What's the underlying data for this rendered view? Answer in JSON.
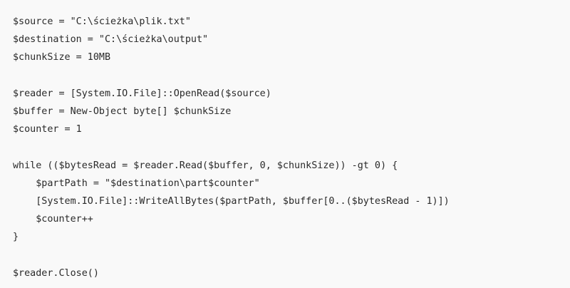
{
  "code": {
    "lines": [
      "$source = \"C:\\ścieżka\\plik.txt\"",
      "$destination = \"C:\\ścieżka\\output\"",
      "$chunkSize = 10MB",
      "",
      "$reader = [System.IO.File]::OpenRead($source)",
      "$buffer = New-Object byte[] $chunkSize",
      "$counter = 1",
      "",
      "while (($bytesRead = $reader.Read($buffer, 0, $chunkSize)) -gt 0) {",
      "    $partPath = \"$destination\\part$counter\"",
      "    [System.IO.File]::WriteAllBytes($partPath, $buffer[0..($bytesRead - 1)])",
      "    $counter++",
      "}",
      "",
      "$reader.Close()"
    ]
  }
}
